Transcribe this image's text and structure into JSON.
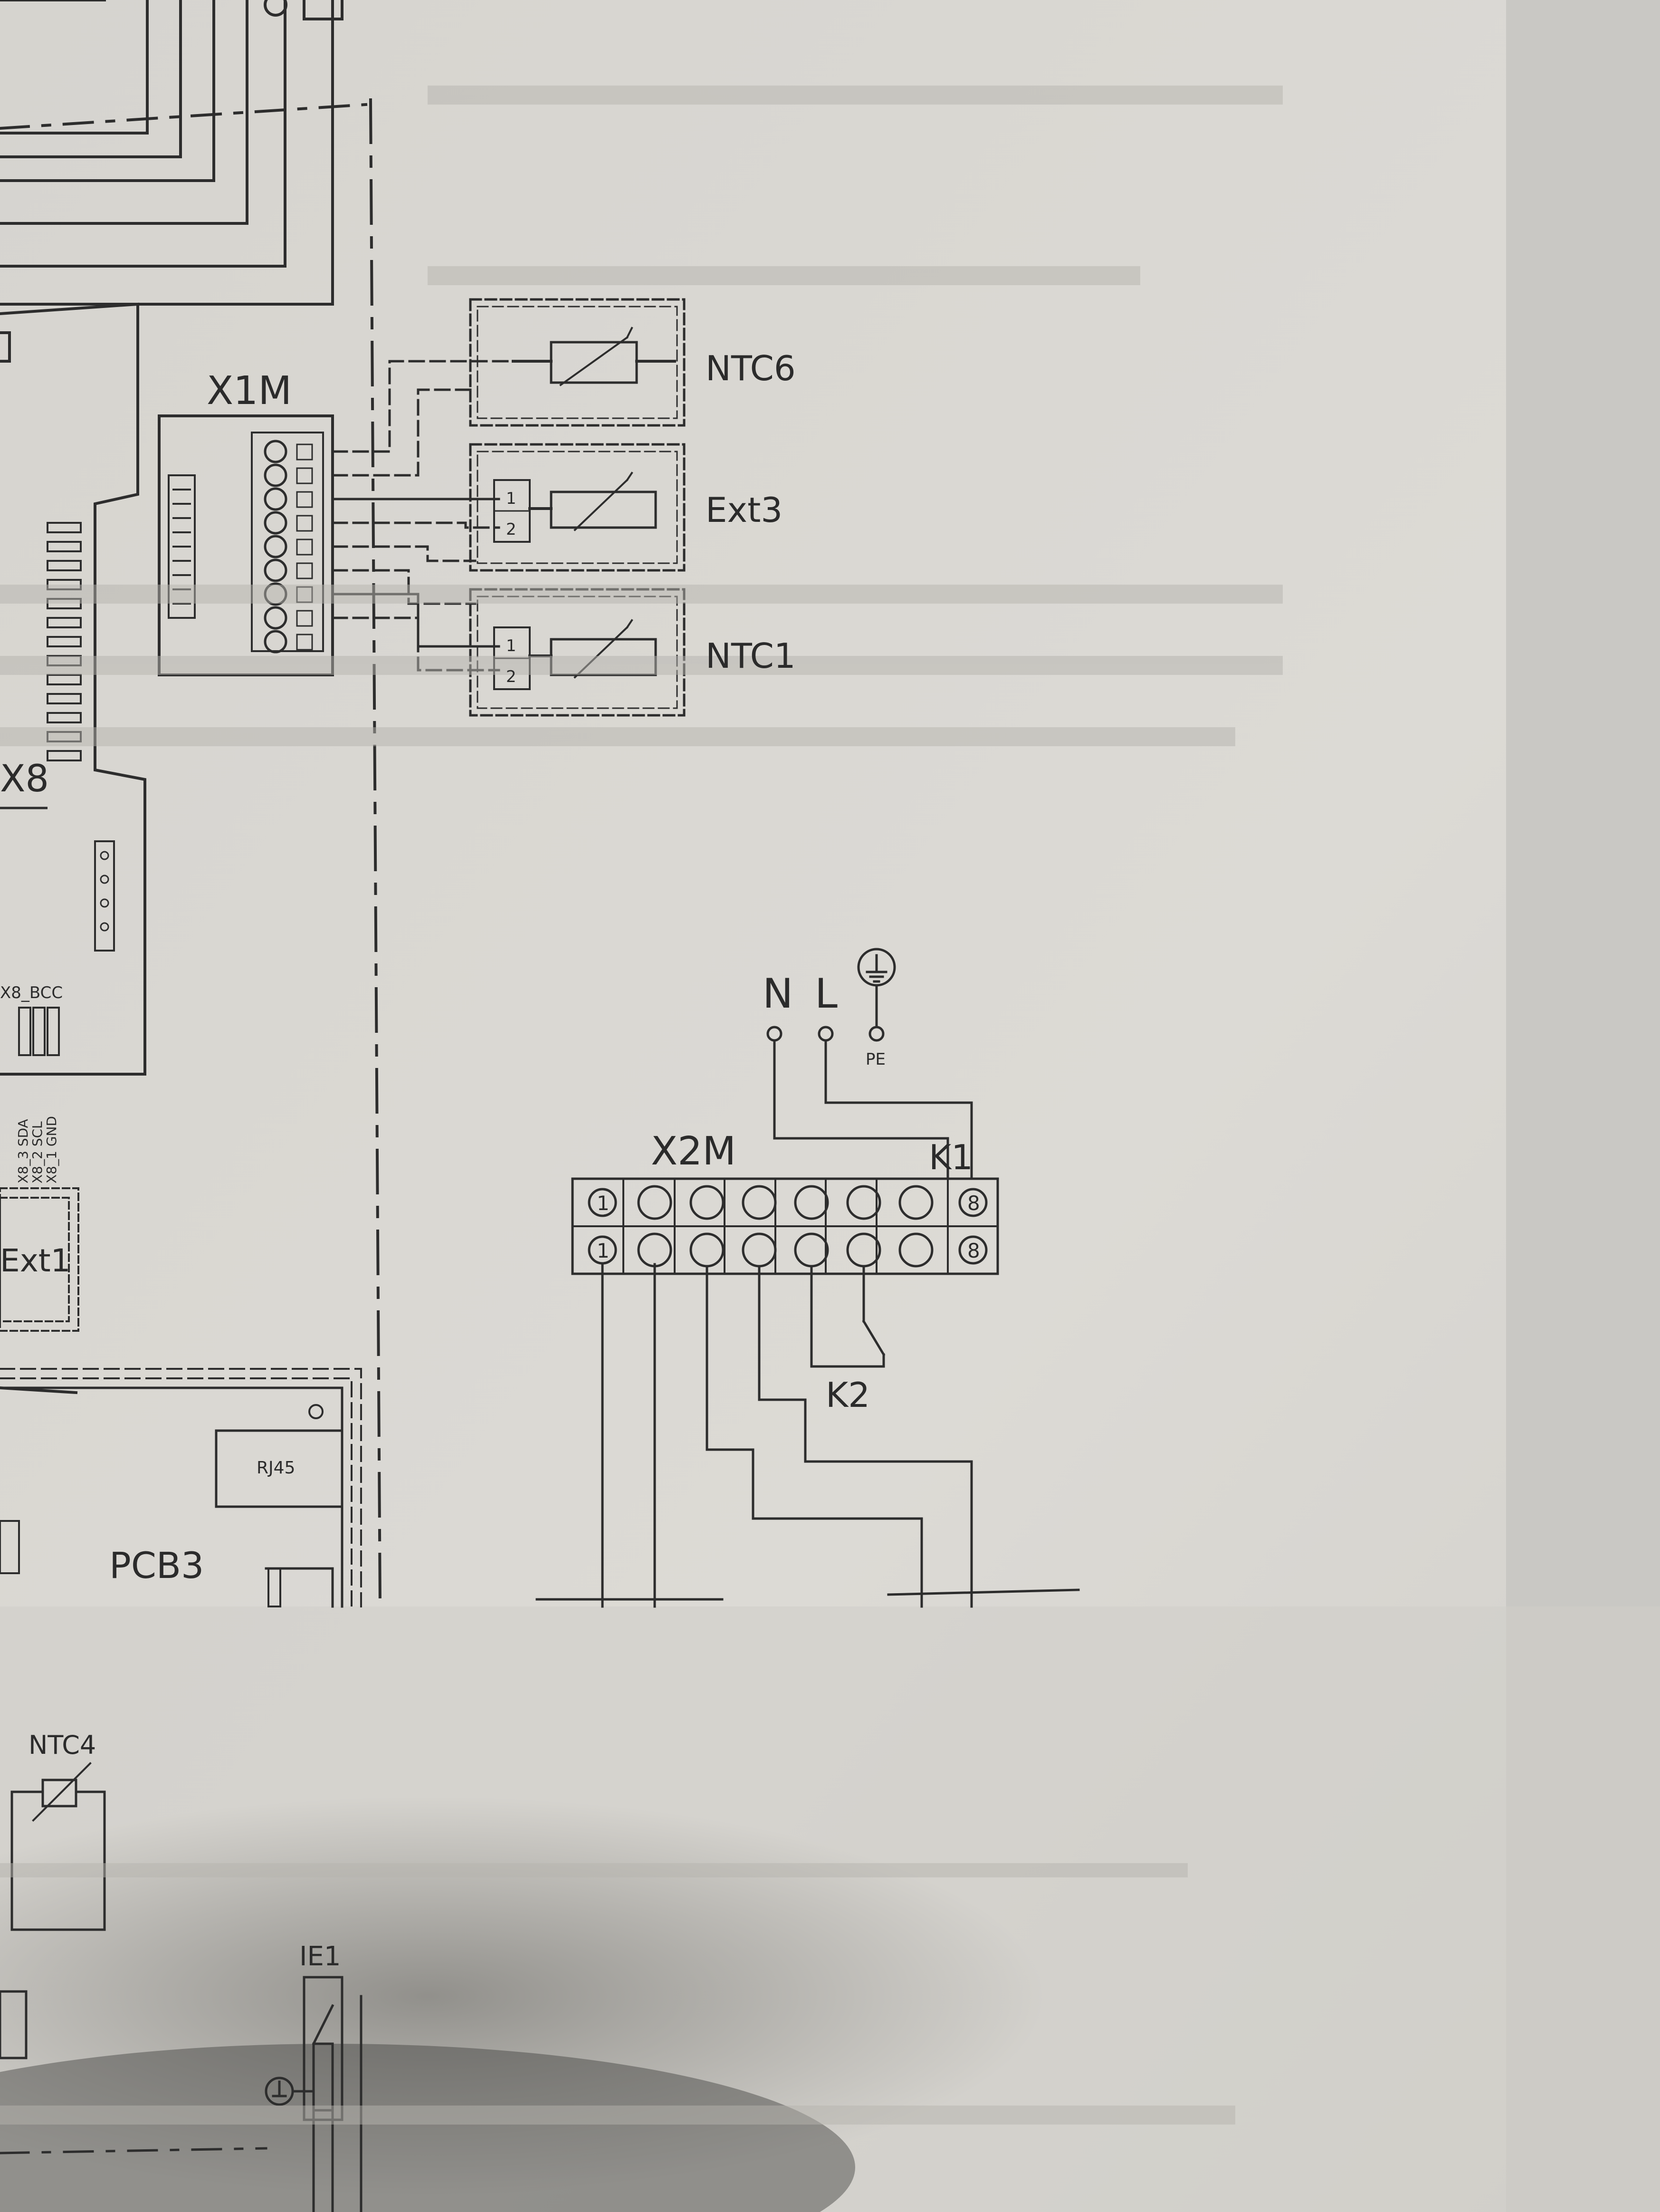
{
  "diagram": {
    "labels": {
      "x1m": "X1M",
      "ntc6": "NTC6",
      "ext3": "Ext3",
      "ntc1": "NTC1",
      "x8": "X8",
      "x8_bcc": "X8_BCC",
      "x8_pins": [
        "X8_3 SDA",
        "X8_2 SCL",
        "X8_1 GND"
      ],
      "ext1": "Ext1",
      "rj45": "RJ45",
      "pcb3": "PCB3",
      "ntc4": "NTC4",
      "ie1": "IE1",
      "n": "N",
      "l": "L",
      "pe": "PE",
      "x2m": "X2M",
      "k1": "K1",
      "k2": "K2",
      "terminal_first": "1",
      "terminal_last": "8",
      "sensor_pin_1": "1",
      "sensor_pin_2": "2"
    }
  }
}
